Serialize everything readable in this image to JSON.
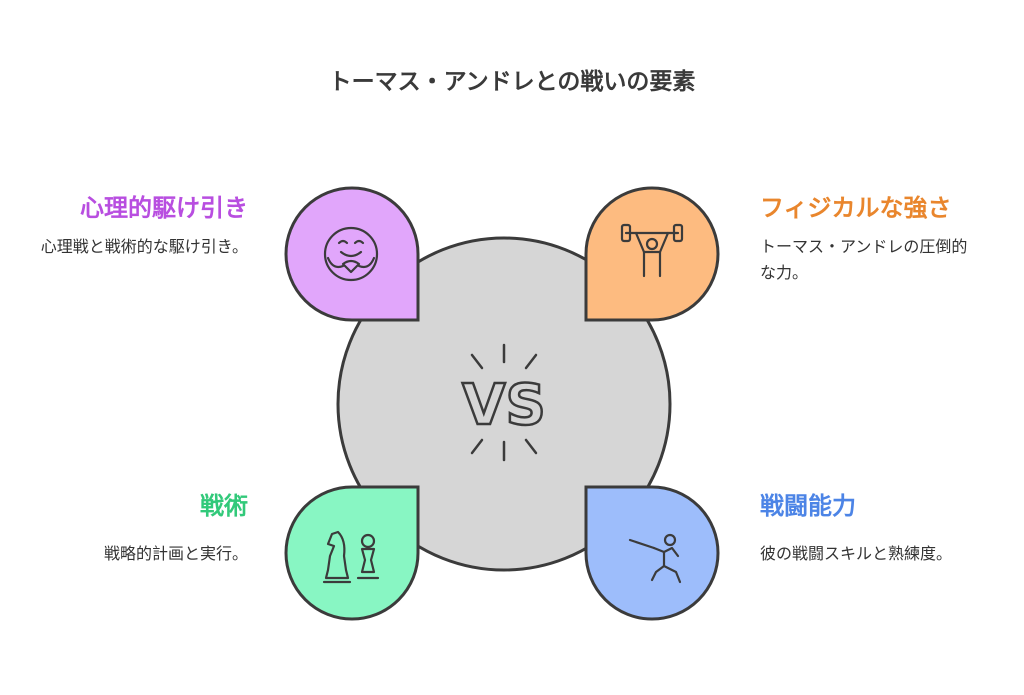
{
  "title": "トーマス・アンドレとの戦いの要素",
  "center": {
    "label": "VS"
  },
  "quadrants": {
    "top_left": {
      "heading": "心理的駆け引き",
      "description": "心理戦と戦術的な駆け引き。",
      "color": "#e1a6fb",
      "icon": "happy-hug-icon",
      "heading_color": "#b84ee0"
    },
    "top_right": {
      "heading": "フィジカルな強さ",
      "description": "トーマス・アンドレの圧倒的な力。",
      "color": "#fdbb80",
      "icon": "weightlifter-icon",
      "heading_color": "#e9862d"
    },
    "bottom_left": {
      "heading": "戦術",
      "description": "戦略的計画と実行。",
      "color": "#88f6c3",
      "icon": "chess-pieces-icon",
      "heading_color": "#32c97a"
    },
    "bottom_right": {
      "heading": "戦闘能力",
      "description": "彼の戦闘スキルと熟練度。",
      "color": "#9dbdfb",
      "icon": "fencer-icon",
      "heading_color": "#4c84e6"
    }
  }
}
